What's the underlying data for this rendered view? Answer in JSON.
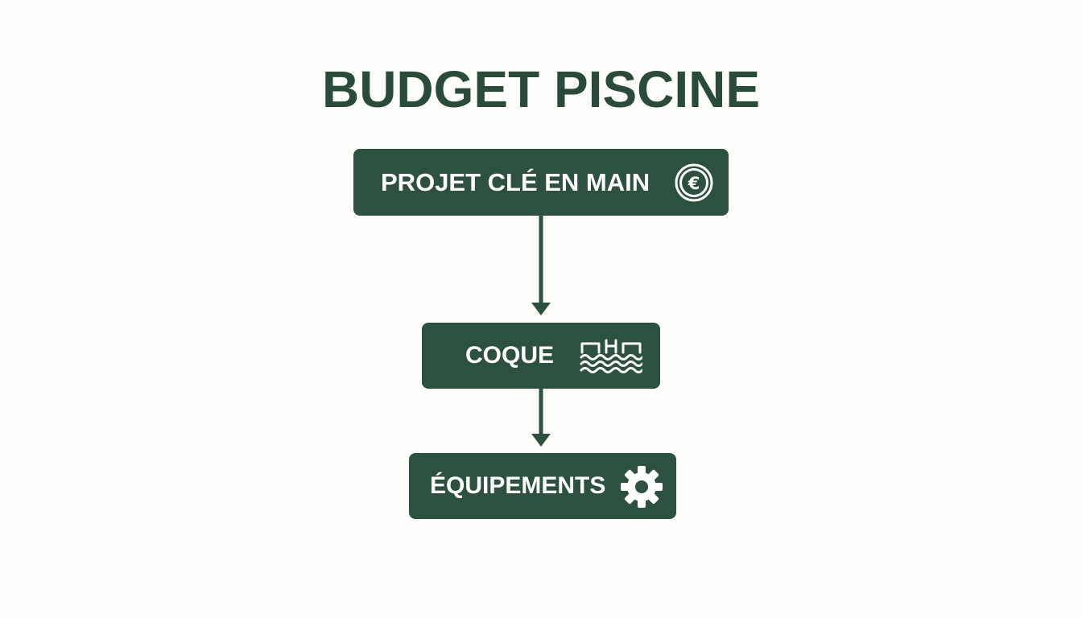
{
  "title": "BUDGET PISCINE",
  "colors": {
    "primary": "#2c5140",
    "title": "#2a4b3c",
    "text_on_node": "#ffffff",
    "background": "#fdfdfb"
  },
  "nodes": [
    {
      "label": "PROJET CLÉ EN MAIN",
      "icon": "euro-coin-icon"
    },
    {
      "label": "COQUE",
      "icon": "pool-water-icon"
    },
    {
      "label": "ÉQUIPEMENTS",
      "icon": "gear-icon"
    }
  ],
  "edges": [
    {
      "from": 0,
      "to": 1
    },
    {
      "from": 1,
      "to": 2
    }
  ]
}
